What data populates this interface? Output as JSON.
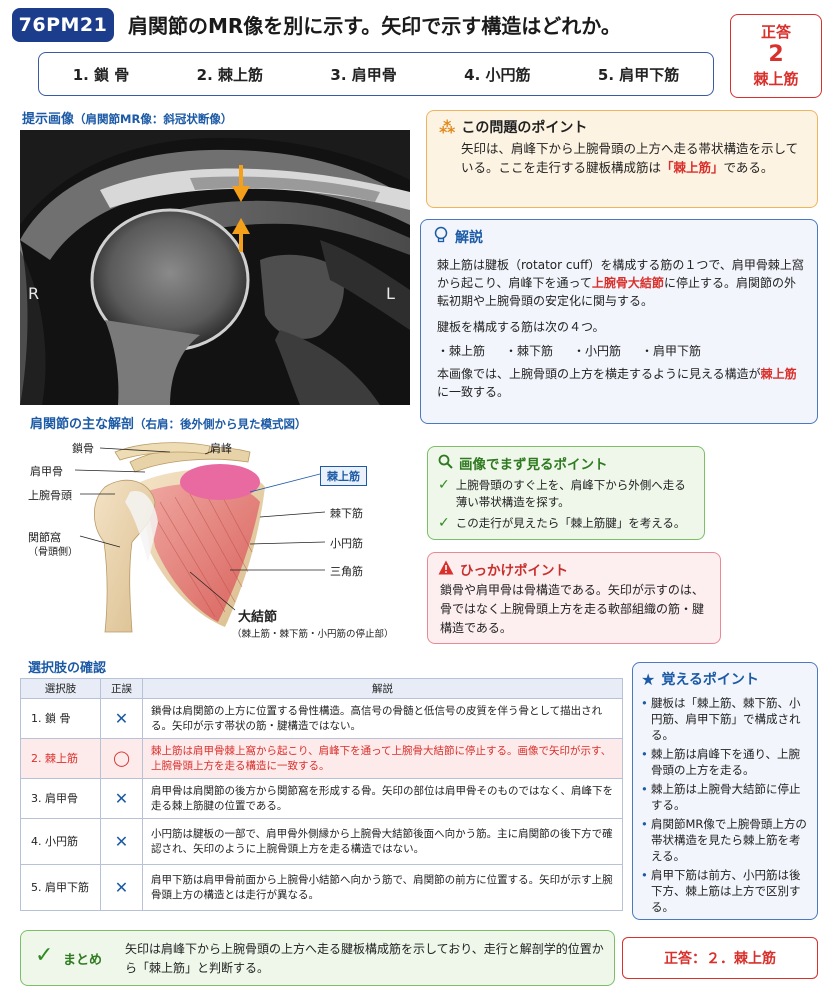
{
  "header": {
    "qid": "76PM21",
    "title": "肩関節のMR像を別に示す。矢印で示す構造はどれか。",
    "choices": [
      "1. 鎖 骨",
      "2. 棘上筋",
      "3. 肩甲骨",
      "4. 小円筋",
      "5. 肩甲下筋"
    ],
    "answer_label": "正答",
    "answer_number": "2",
    "answer_name": "棘上筋"
  },
  "image": {
    "title": "提示画像",
    "subtitle": "（肩関節MR像：斜冠状断像）",
    "right_marker": "R",
    "left_marker": "L"
  },
  "anatomy": {
    "title": "肩関節の主な解剖",
    "subtitle": "（右肩：後外側から見た模式図）",
    "labels": {
      "clavicle": "鎖骨",
      "acromion": "肩峰",
      "scapular_spine": "肩甲骨",
      "humeral_head": "上腕骨頭",
      "glenoid": "関節窩",
      "glenoid_sub": "（骨頭側）",
      "supraspinatus": "棘上筋",
      "infraspinatus": "棘下筋",
      "teres_minor": "小円筋",
      "deltoid": "三角筋",
      "greater_tubercle": "大結節",
      "greater_tubercle_sub": "（棘上筋・棘下筋・小円筋の停止部）"
    }
  },
  "point_card": {
    "title": "この問題のポイント",
    "text1": "矢印は、肩峰下から上腕骨頭の上方へ走る帯状構造を示している。ここを走行する腱板構成筋は",
    "highlight": "「棘上筋」",
    "text2": "である。"
  },
  "explain_card": {
    "title": "解説",
    "p1a": "棘上筋は腱板（rotator cuff）を構成する筋の１つで、肩甲骨棘上窩から起こり、肩峰下を通って",
    "p1_highlight": "上腕骨大結節",
    "p1b": "に停止する。肩関節の外転初期や上腕骨頭の安定化に関与する。",
    "p2": "腱板を構成する筋は次の４つ。",
    "muscles": [
      "・棘上筋",
      "・棘下筋",
      "・小円筋",
      "・肩甲下筋"
    ],
    "p3a": "本画像では、上腕骨頭の上方を横走するように見える構造が",
    "p3_highlight": "棘上筋",
    "p3b": "に一致する。"
  },
  "look_card": {
    "title": "画像でまず見るポイント",
    "items": [
      "上腕骨頭のすぐ上を、肩峰下から外側へ走る薄い帯状構造を探す。",
      "この走行が見えたら「棘上筋腱」を考える。"
    ]
  },
  "trap_card": {
    "title": "ひっかけポイント",
    "text": "鎖骨や肩甲骨は骨構造である。矢印が示すのは、骨ではなく上腕骨頭上方を走る軟部組織の筋・腱構造である。"
  },
  "table": {
    "title": "選択肢の確認",
    "headers": [
      "選択肢",
      "正誤",
      "解説"
    ],
    "rows": [
      {
        "choice": "1. 鎖 骨",
        "mark": "✕",
        "text": "鎖骨は肩関節の上方に位置する骨性構造。高信号の骨髄と低信号の皮質を伴う骨として描出される。矢印が示す帯状の筋・腱構造ではない。"
      },
      {
        "choice": "2. 棘上筋",
        "mark": "◯",
        "text": "棘上筋は肩甲骨棘上窩から起こり、肩峰下を通って上腕骨大結節に停止する。画像で矢印が示す、上腕骨頭上方を走る構造に一致する。"
      },
      {
        "choice": "3. 肩甲骨",
        "mark": "✕",
        "text": "肩甲骨は肩関節の後方から関節窩を形成する骨。矢印の部位は肩甲骨そのものではなく、肩峰下を走る棘上筋腱の位置である。"
      },
      {
        "choice": "4. 小円筋",
        "mark": "✕",
        "text": "小円筋は腱板の一部で、肩甲骨外側縁から上腕骨大結節後面へ向かう筋。主に肩関節の後下方で確認され、矢印のように上腕骨頭上方を走る構造ではない。"
      },
      {
        "choice": "5. 肩甲下筋",
        "mark": "✕",
        "text": "肩甲下筋は肩甲骨前面から上腕骨小結節へ向かう筋で、肩関節の前方に位置する。矢印が示す上腕骨頭上方の構造とは走行が異なる。"
      }
    ]
  },
  "memo_card": {
    "title": "覚えるポイント",
    "items": [
      "腱板は「棘上筋、棘下筋、小円筋、肩甲下筋」で構成される。",
      "棘上筋は肩峰下を通り、上腕骨頭の上方を走る。",
      "棘上筋は上腕骨大結節に停止する。",
      "肩関節MR像で上腕骨頭上方の帯状構造を見たら棘上筋を考える。",
      "肩甲下筋は前方、小円筋は後下方、棘上筋は上方で区別する。"
    ]
  },
  "summary": {
    "label": "まとめ",
    "text": "矢印は肩峰下から上腕骨頭の上方へ走る腱板構成筋を示しており、走行と解剖学的位置から「棘上筋」と判断する。"
  },
  "final_answer": "正答：２．棘上筋",
  "colors": {
    "navy": "#1c3d8c",
    "accent_red": "#d9302c",
    "accent_blue": "#1c5aa6",
    "arrow_orange": "#f5a01a"
  }
}
